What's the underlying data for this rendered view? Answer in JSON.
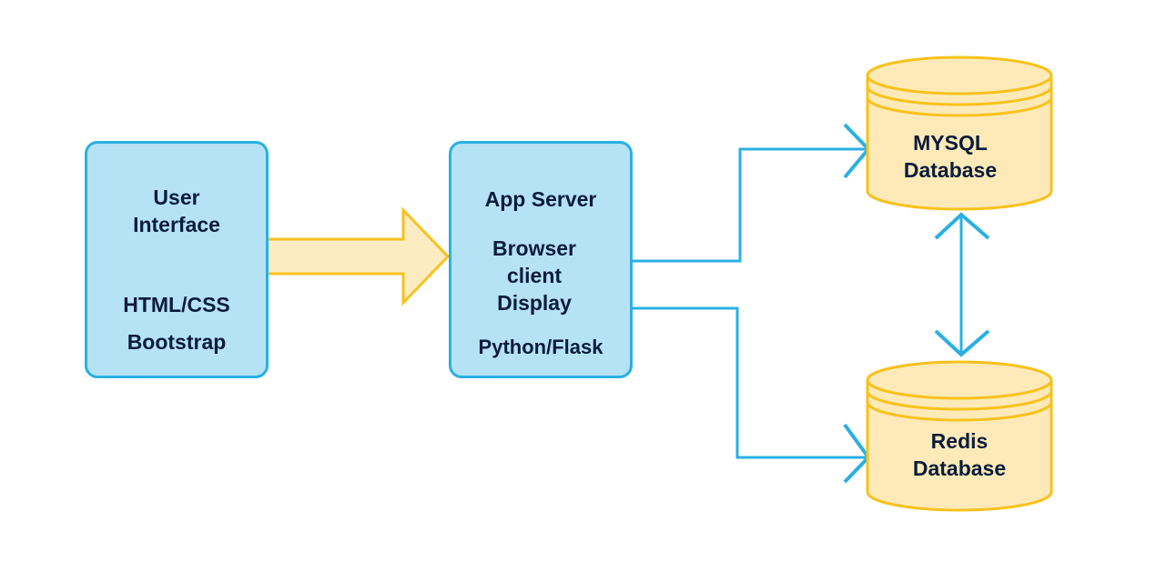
{
  "nodes": {
    "user_interface": {
      "title_line1": "User",
      "title_line2": "Interface",
      "tech_line1": "HTML/CSS",
      "tech_line2": "Bootstrap"
    },
    "app_server": {
      "title": "App Server",
      "desc_line1": "Browser",
      "desc_line2": "client",
      "desc_line3": "Display",
      "tech": "Python/Flask"
    },
    "mysql_db": {
      "line1": "MYSQL",
      "line2": "Database"
    },
    "redis_db": {
      "line1": "Redis",
      "line2": "Database"
    }
  },
  "colors": {
    "box_fill": "#b5e3f5",
    "box_border": "#2ab0e4",
    "db_fill": "#fdeab8",
    "db_border": "#f8c21d",
    "text": "#0b1c3a",
    "connector": "#2ab0e4",
    "big_arrow_fill": "#fdecc2",
    "big_arrow_border": "#f8c21d"
  },
  "edges": [
    {
      "from": "user_interface",
      "to": "app_server",
      "style": "block-arrow"
    },
    {
      "from": "app_server",
      "to": "mysql_db",
      "style": "line-arrow"
    },
    {
      "from": "app_server",
      "to": "redis_db",
      "style": "line-arrow"
    },
    {
      "from": "mysql_db",
      "to": "redis_db",
      "style": "double-arrow"
    }
  ]
}
